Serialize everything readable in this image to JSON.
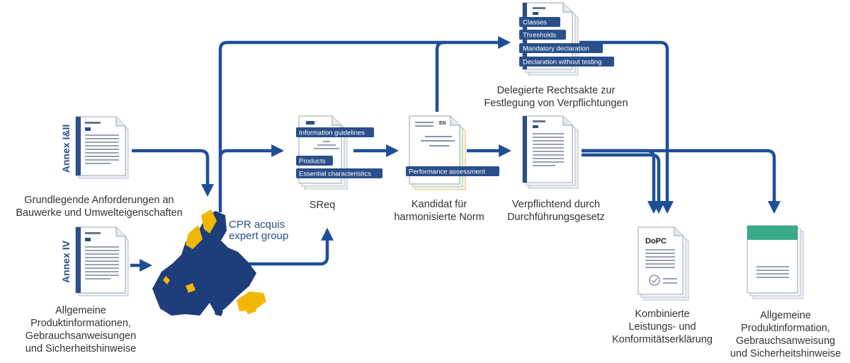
{
  "colors": {
    "arrow": "#1f4e96",
    "tag_bg": "#2a4f8a",
    "eu_blue": "#1e3d7b",
    "eu_yellow": "#f2b705",
    "leaflet_header": "#3aaa8a"
  },
  "annex_1_2": {
    "side_label": "Annex I&II",
    "caption": [
      "Grundlegende Anforderungen an",
      "Bauwerke und Umwelteigenschaften"
    ]
  },
  "annex_4": {
    "side_label": "Annex IV",
    "caption": [
      "Allgemeine",
      "Produktinformationen,",
      "Gebrauchsanweisungen",
      "und Sicherheitshinweise"
    ]
  },
  "expert_group": {
    "label": [
      "CPR acquis",
      "expert group"
    ]
  },
  "sreq": {
    "tags": [
      "Information guidelines",
      "Products",
      "Essential characteristics"
    ],
    "caption": [
      "SReq"
    ]
  },
  "harmonised_standard": {
    "doc_mark": "EN",
    "tags": [
      "Performance assessment"
    ],
    "caption": [
      "Kandidat für",
      "harmonisierte Norm"
    ]
  },
  "delegated_acts": {
    "tags": [
      "Classes",
      "Thresholds",
      "Mandatory declaration",
      "Declaration without testing"
    ],
    "caption": [
      "Delegierte Rechtsakte zur",
      "Festlegung von Verpflichtungen"
    ]
  },
  "implementing_act": {
    "caption": [
      "Verpflichtend durch",
      "Durchführungsgesetz"
    ]
  },
  "dopc": {
    "doc_title": "DoPC",
    "caption": [
      "Kombinierte",
      "Leistungs- und",
      "Konformitätserklärung"
    ]
  },
  "product_info": {
    "caption": [
      "Allgemeine",
      "Produktinformation,",
      "Gebrauchsanweisung",
      "und Sicherheitshinweise"
    ]
  }
}
